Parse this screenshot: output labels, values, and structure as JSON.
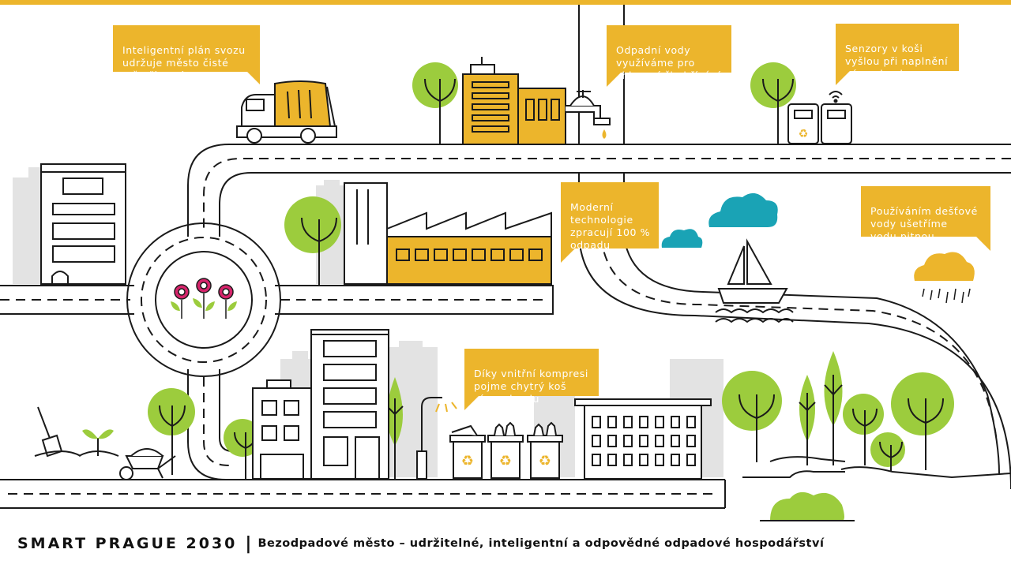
{
  "callouts": {
    "garbage_truck": "Inteligentní plán svozu\nudržuje město čisté\na šetří peníze",
    "wastewater": "Odpadní vody\nvyužíváme pro\nchlazení či ohřívání",
    "bin_sensors": "Senzory v koši\nvyšlou při naplnění\nvýzvu k odvozu",
    "processing": "Moderní\ntechnologie\nzpracují 100 %\nodpadu",
    "rainwater": "Používáním dešťové\nvody ušetříme\nvodu pitnou",
    "compression": "Díky vnitřní kompresi\npojme chytrý koš\nvíce odpadu"
  },
  "footer": {
    "brand": "SMART PRAGUE 2030",
    "separator": "|",
    "subtitle": "Bezodpadové město – udržitelné, inteligentní a odpovědné odpadové hospodářství"
  },
  "colors": {
    "accent": "#ecb52c",
    "tree": "#9ccc3d",
    "cloud": "#1aa3b5",
    "flower": "#d6246b",
    "building_shadow": "#e3e3e3",
    "line": "#1a1a1a"
  },
  "icons": [
    "recycle-icon",
    "wifi-icon",
    "water-drop-icon",
    "flower-icon",
    "cloud-icon",
    "rain-icon"
  ]
}
